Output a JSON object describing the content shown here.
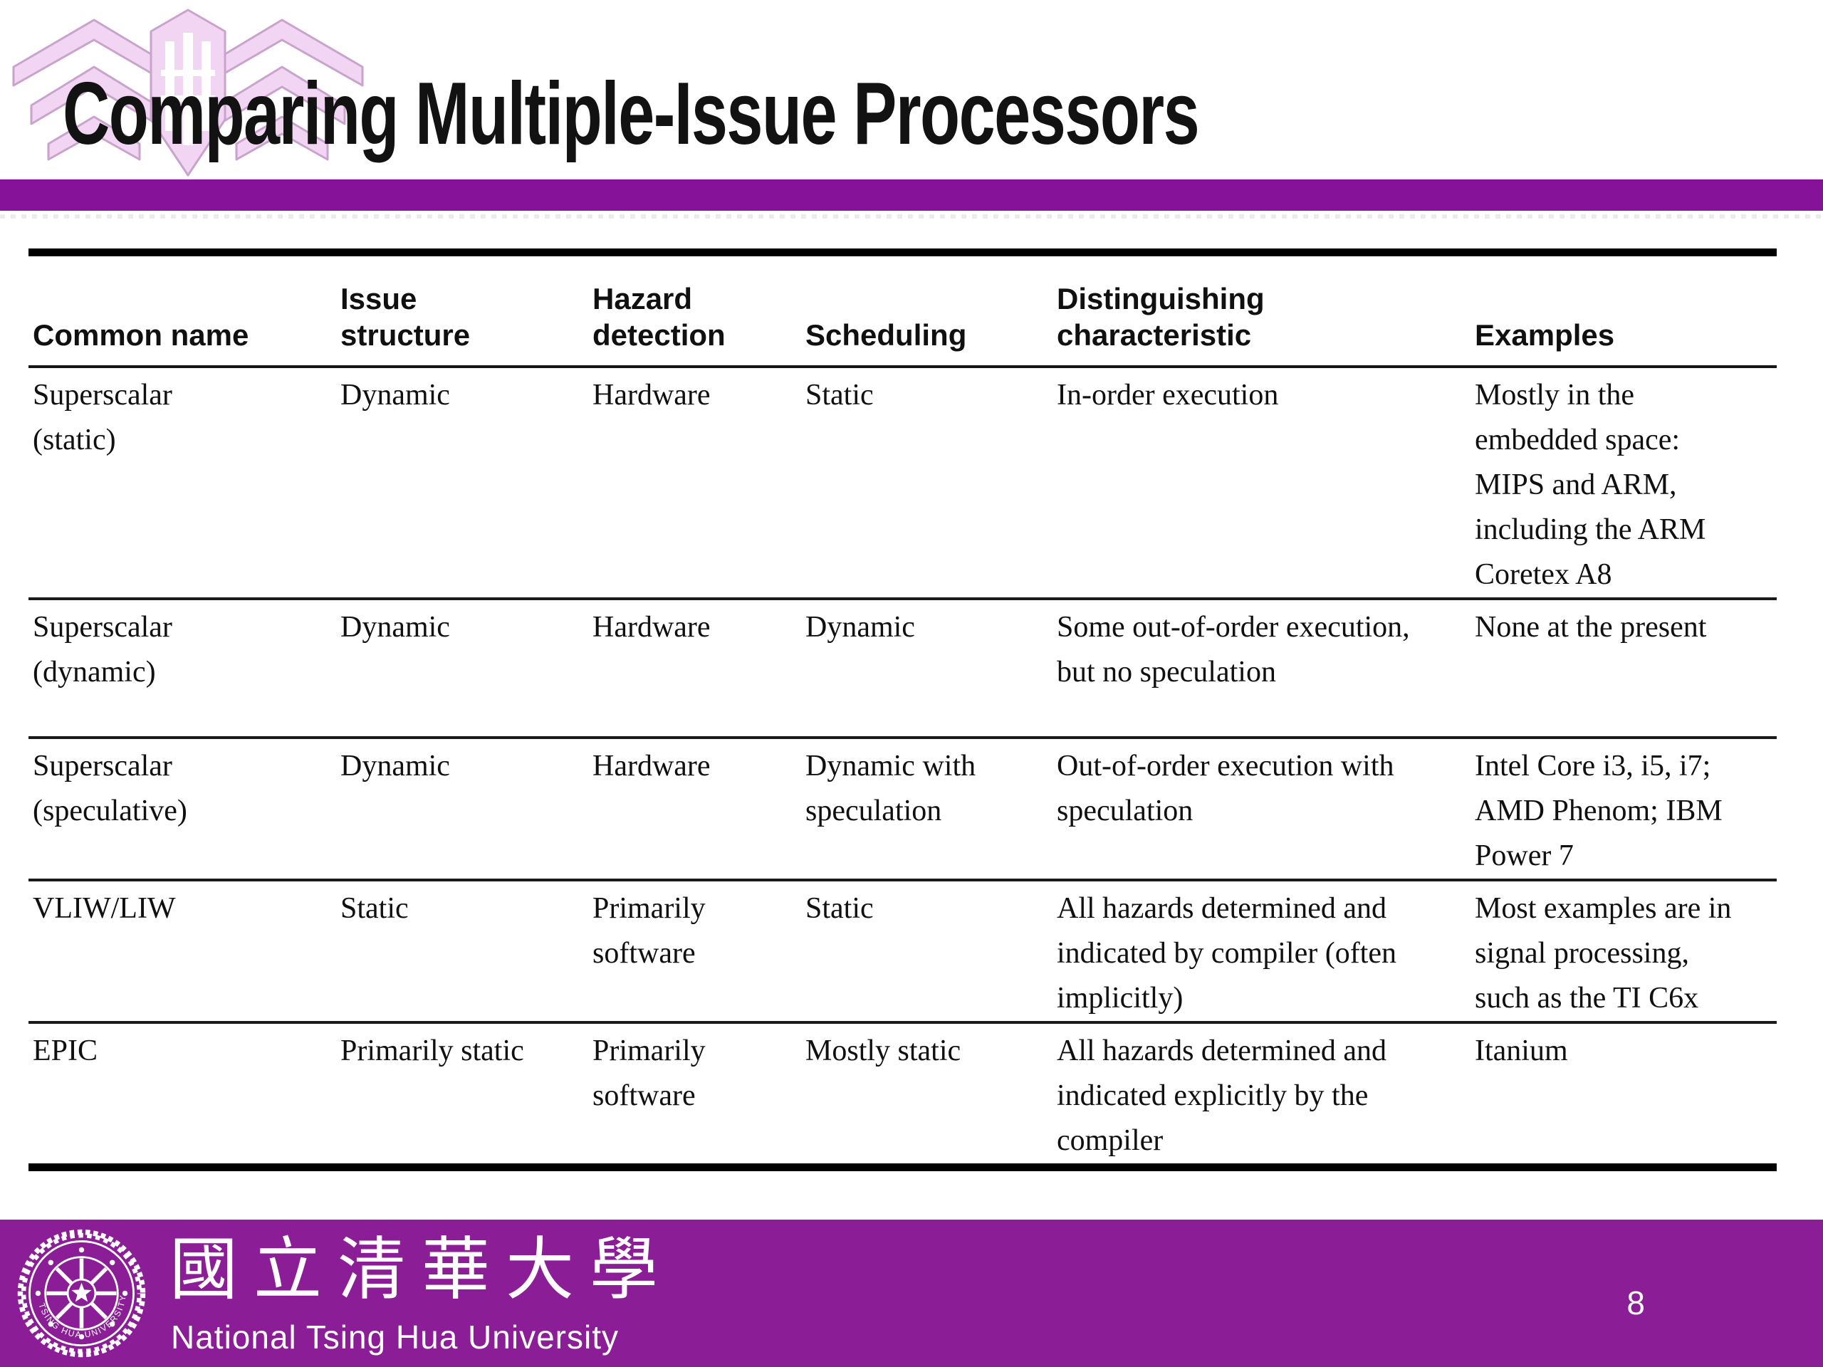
{
  "slide": {
    "title": "Comparing Multiple-Issue Processors",
    "page_number": "8"
  },
  "table": {
    "headers": [
      "Common name",
      "Issue structure",
      "Hazard detection",
      "Scheduling",
      "Distinguishing characteristic",
      "Examples"
    ],
    "rows": [
      [
        "Superscalar (static)",
        "Dynamic",
        "Hardware",
        "Static",
        "In-order execution",
        "Mostly in the embedded space: MIPS and ARM, including the ARM Coretex A8"
      ],
      [
        "Superscalar (dynamic)",
        "Dynamic",
        "Hardware",
        "Dynamic",
        "Some out-of-order execution, but no speculation",
        "None at the present"
      ],
      [
        "Superscalar (speculative)",
        "Dynamic",
        "Hardware",
        "Dynamic with speculation",
        "Out-of-order execution with speculation",
        "Intel Core i3, i5, i7; AMD Phenom; IBM Power 7"
      ],
      [
        "VLIW/LIW",
        "Static",
        "Primarily software",
        "Static",
        "All hazards determined and indicated by compiler (often implicitly)",
        "Most examples are in signal processing, such as the TI C6x"
      ],
      [
        "EPIC",
        "Primarily static",
        "Primarily software",
        "Mostly static",
        "All hazards determined and indicated explicitly by the compiler",
        "Itanium"
      ]
    ]
  },
  "footer": {
    "university_cjk": "國立清華大學",
    "university_en": "National Tsing Hua University",
    "seal_text": "TSING HUA UNIVERSITY"
  },
  "colors": {
    "top_bar_purple": "#87129A",
    "footer_purple": "#8B1E96",
    "watermark_pink": "#F2D5F3",
    "title_color": "#121212"
  }
}
